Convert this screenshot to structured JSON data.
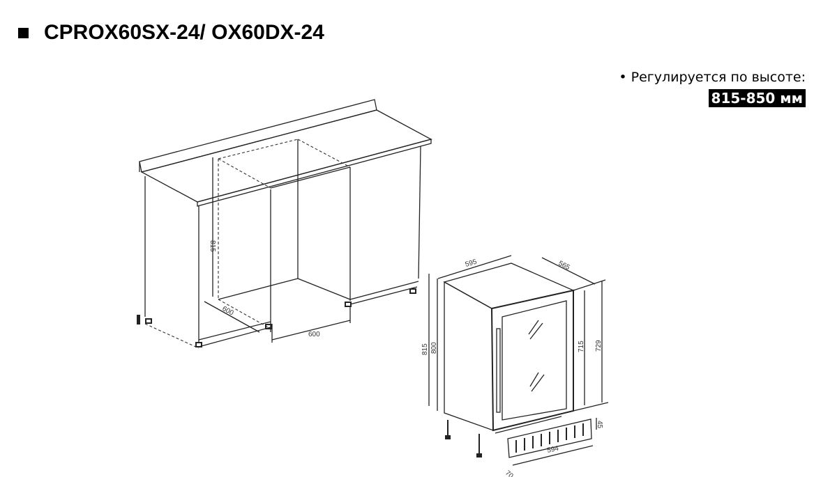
{
  "header": {
    "bullet_icon": "square-bullet-icon",
    "title": "CPROX60SX-24/ OX60DX-24"
  },
  "note": {
    "label": "• Регулируется по высоте:",
    "value": "815-850 мм"
  },
  "cabinet_drawing": {
    "height": "815",
    "depth": "600",
    "width": "600"
  },
  "appliance_drawing": {
    "width": "595",
    "depth": "565",
    "height_total": "815",
    "height_body": "800",
    "door_height": "715",
    "side_height": "729",
    "grille_width": "594",
    "grille_depth": "70",
    "grille_height": "45"
  }
}
